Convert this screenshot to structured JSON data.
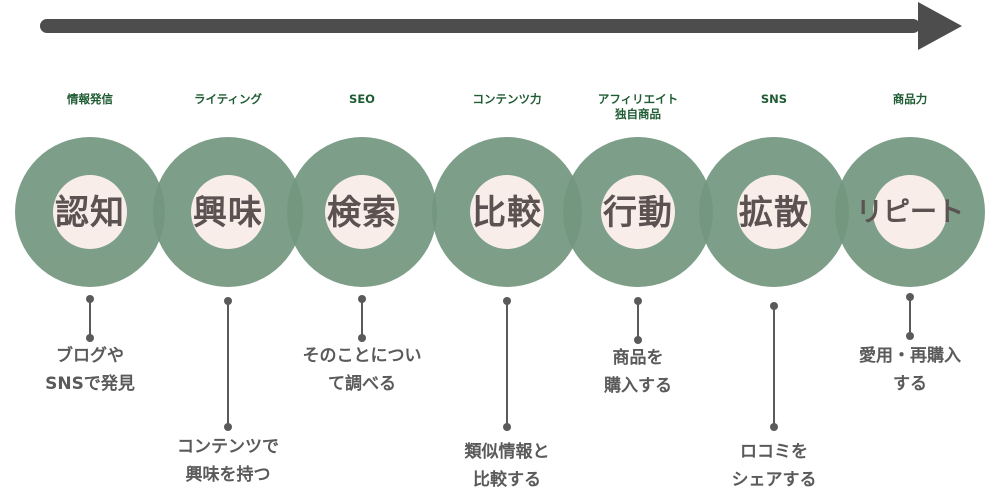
{
  "stages": [
    {
      "label": "情報発信",
      "word": "認知",
      "description": "ブログや\nSNSで発見"
    },
    {
      "label": "ライティング",
      "word": "興味",
      "description": "コンテンツで\n興味を持つ"
    },
    {
      "label": "SEO",
      "word": "検索",
      "description": "そのことについ\nて調べる"
    },
    {
      "label": "コンテンツ力",
      "word": "比較",
      "description": "類似情報と\n比較する"
    },
    {
      "label": "アフィリエイト\n独自商品",
      "word": "行動",
      "description": "商品を\n購入する"
    },
    {
      "label": "SNS",
      "word": "拡散",
      "description": "ロコミを\nシェアする"
    },
    {
      "label": "商品力",
      "word": "リピート",
      "description": "愛用・再購入\nする"
    }
  ],
  "colors": {
    "ring": "#74977f",
    "core": "#f8ece8",
    "label": "#1f5b33",
    "word": "#5b5251",
    "arrow": "#4d4d4d"
  }
}
